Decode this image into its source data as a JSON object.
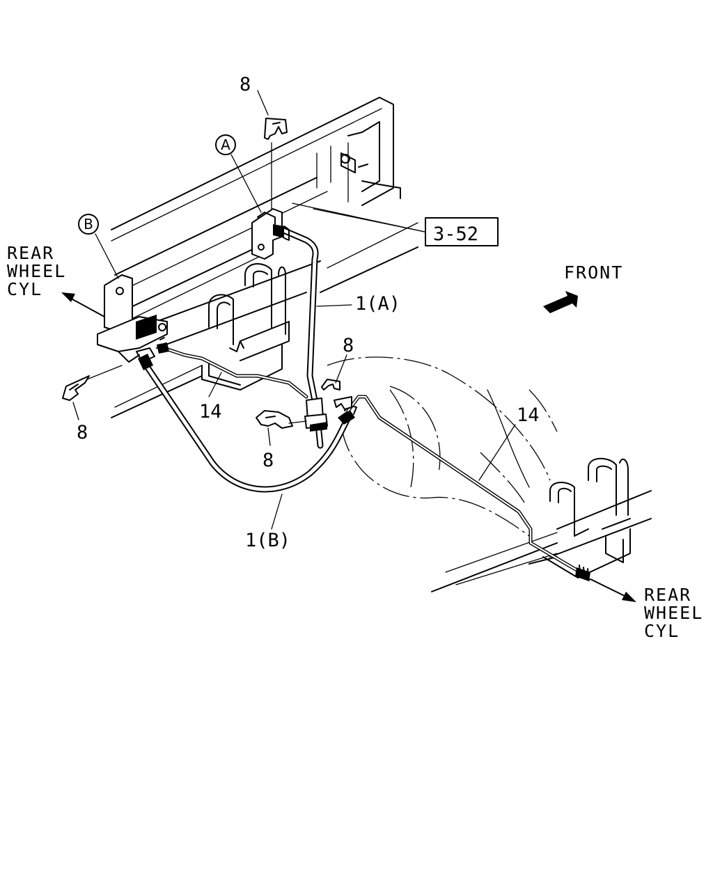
{
  "labels": {
    "clip_top": "8",
    "circle_a": "A",
    "circle_b": "B",
    "ref_box": "3-52",
    "front": "FRONT",
    "hose_a": "1(A)",
    "hose_b": "1(B)",
    "clip_right": "8",
    "clip_left": "8",
    "clip_center": "8",
    "pipe_left": "14",
    "pipe_right": "14",
    "rear_left": [
      "REAR",
      "WHEEL",
      "CYL"
    ],
    "rear_right": [
      "REAR",
      "WHEEL",
      "CYL"
    ]
  }
}
